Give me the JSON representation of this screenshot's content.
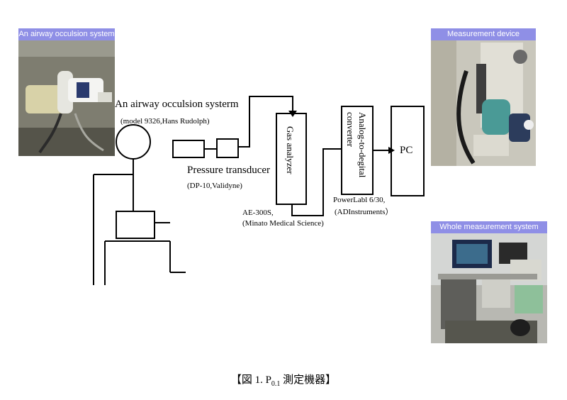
{
  "photos": {
    "airway": {
      "label": "An airway occulsion system"
    },
    "device": {
      "label": "Measurement device"
    },
    "whole": {
      "label": "Whole measurement system"
    }
  },
  "labels": {
    "occlusion_title": "An airway occulsion systerm",
    "occlusion_model": "(model 9326,Hans Rudolph)",
    "transducer_title": "Pressure transducer",
    "transducer_model": "(DP-10,Validyne)",
    "gas_analyzer": "Gas analyzer",
    "gas_model_line1": "AE-300S,",
    "gas_model_line2": "(Minato Medical Science)",
    "converter_line1": "Analog-to-degital",
    "converter_line2": "converter",
    "converter_model_line1": "PowerLabl 6/30,",
    "converter_model_line2": "(ADInstruments）",
    "pc": "PC"
  },
  "caption": {
    "prefix": "【図 1. P",
    "sub": "0.1",
    "suffix": " 測定機器】"
  }
}
